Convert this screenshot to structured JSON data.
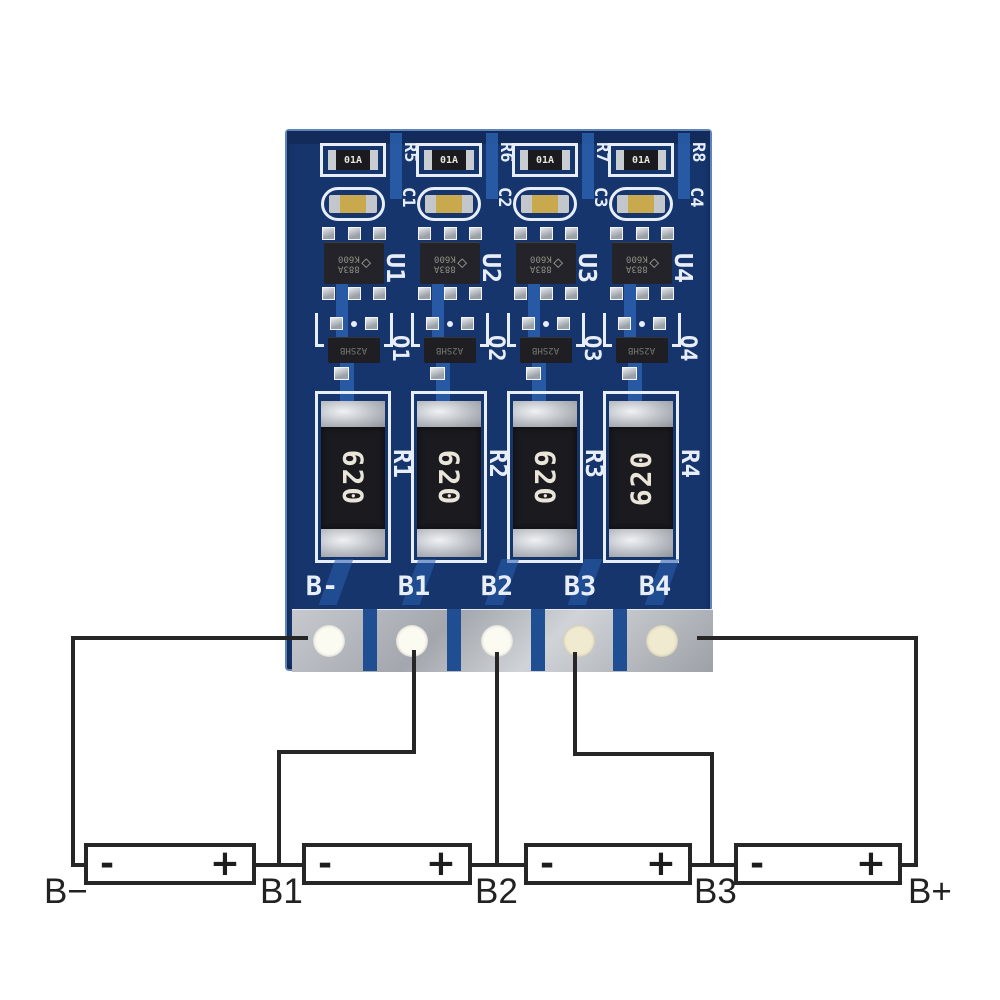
{
  "colors": {
    "pcb": "#16356d",
    "pcb-dark": "#122b5b",
    "trace": "#2a5fae",
    "silk": "#e8eef8",
    "cap-body": "#c9a94e",
    "wire": "#262626",
    "hole": "#fbfbf2",
    "hole-cream": "#f0ead0"
  },
  "board": {
    "pad_labels": [
      "B-",
      "B1",
      "B2",
      "B3",
      "B4"
    ],
    "channels": [
      {
        "top_resistor_label": "R5",
        "top_resistor_marking": "01A",
        "capacitor_label": "C1",
        "ic_label": "U1",
        "ic_marking_line1": "883A",
        "ic_marking_line2": "K600",
        "transistor_label": "Q1",
        "transistor_marking": "A2SHB",
        "power_resistor_label": "R1",
        "power_resistor_marking": "620"
      },
      {
        "top_resistor_label": "R6",
        "top_resistor_marking": "01A",
        "capacitor_label": "C2",
        "ic_label": "U2",
        "ic_marking_line1": "883A",
        "ic_marking_line2": "K600",
        "transistor_label": "Q2",
        "transistor_marking": "A2SHB",
        "power_resistor_label": "R2",
        "power_resistor_marking": "620"
      },
      {
        "top_resistor_label": "R7",
        "top_resistor_marking": "01A",
        "capacitor_label": "C3",
        "ic_label": "U3",
        "ic_marking_line1": "883A",
        "ic_marking_line2": "K600",
        "transistor_label": "Q3",
        "transistor_marking": "A2SHB",
        "power_resistor_label": "R3",
        "power_resistor_marking": "620"
      },
      {
        "top_resistor_label": "R8",
        "top_resistor_marking": "01A",
        "capacitor_label": "C4",
        "ic_label": "U4",
        "ic_marking_line1": "883A",
        "ic_marking_line2": "K600",
        "transistor_label": "Q4",
        "transistor_marking": "A2SHB",
        "power_resistor_label": "R4",
        "power_resistor_marking": "620"
      }
    ]
  },
  "diagram": {
    "batteries": [
      {
        "negative_sign": "-",
        "positive_sign": "+"
      },
      {
        "negative_sign": "-",
        "positive_sign": "+"
      },
      {
        "negative_sign": "-",
        "positive_sign": "+"
      },
      {
        "negative_sign": "-",
        "positive_sign": "+"
      }
    ],
    "terminal_labels": [
      "B−",
      "B1",
      "B2",
      "B3",
      "B+"
    ]
  }
}
